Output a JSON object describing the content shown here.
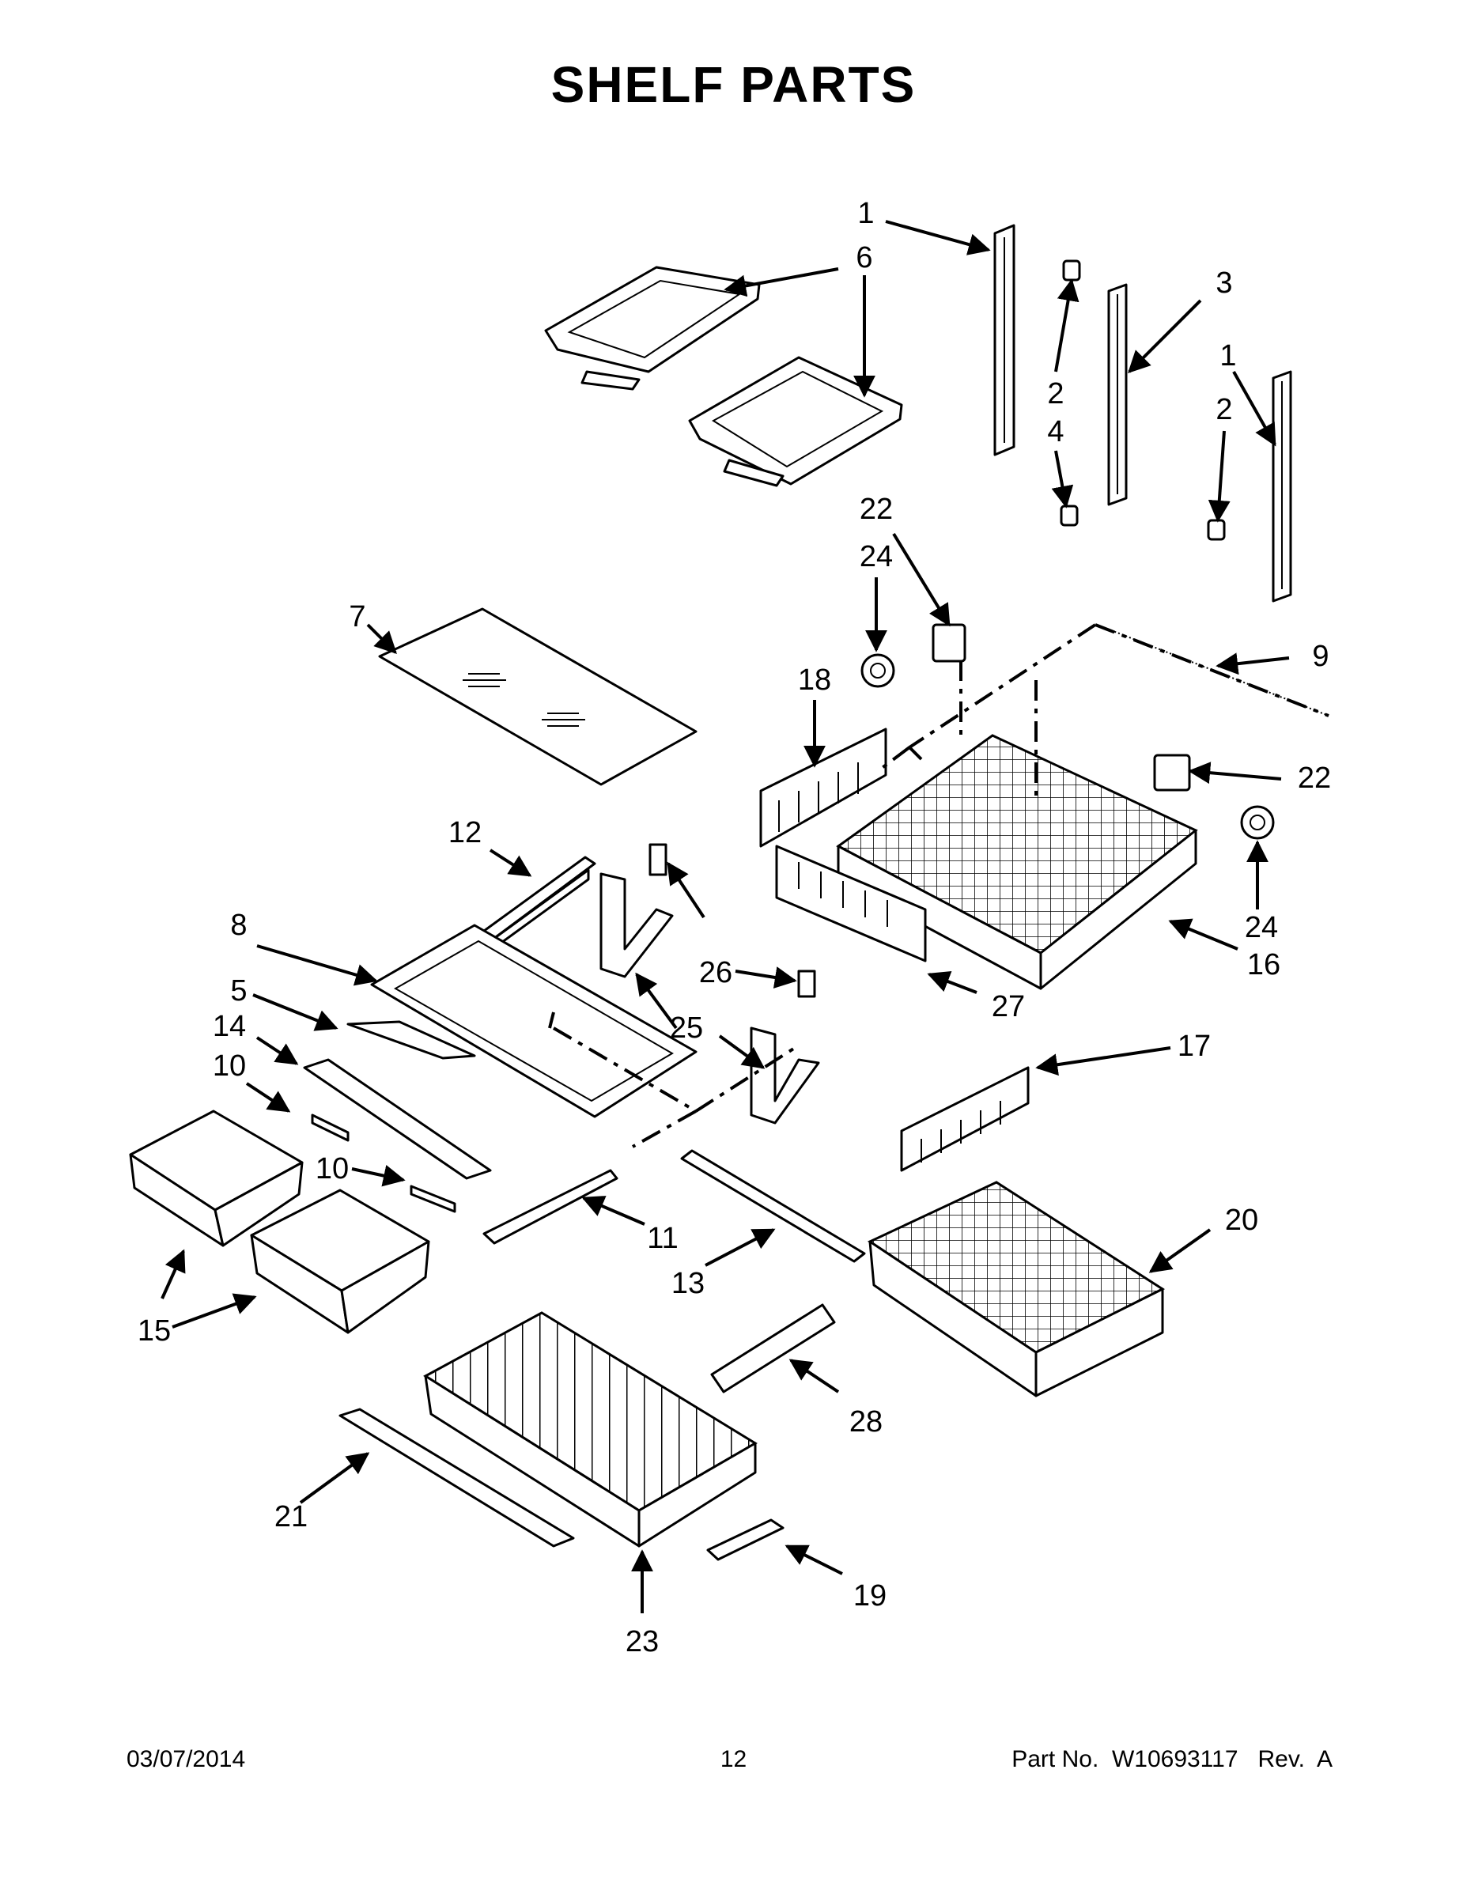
{
  "title": "SHELF PARTS",
  "footer": {
    "date": "03/07/2014",
    "page": "12",
    "part_no": "Part No.  W10693117   Rev.  A"
  },
  "callouts": [
    {
      "id": "c1a",
      "label": "1"
    },
    {
      "id": "c6",
      "label": "6"
    },
    {
      "id": "c3",
      "label": "3"
    },
    {
      "id": "c1b",
      "label": "1"
    },
    {
      "id": "c2a",
      "label": "2"
    },
    {
      "id": "c4",
      "label": "4"
    },
    {
      "id": "c2b",
      "label": "2"
    },
    {
      "id": "c22a",
      "label": "22"
    },
    {
      "id": "c24a",
      "label": "24"
    },
    {
      "id": "c7",
      "label": "7"
    },
    {
      "id": "c9",
      "label": "9"
    },
    {
      "id": "c18",
      "label": "18"
    },
    {
      "id": "c22b",
      "label": "22"
    },
    {
      "id": "c12",
      "label": "12"
    },
    {
      "id": "c24b",
      "label": "24"
    },
    {
      "id": "c26",
      "label": "26"
    },
    {
      "id": "c16",
      "label": "16"
    },
    {
      "id": "c8",
      "label": "8"
    },
    {
      "id": "c27",
      "label": "27"
    },
    {
      "id": "c5",
      "label": "5"
    },
    {
      "id": "c25",
      "label": "25"
    },
    {
      "id": "c14",
      "label": "14"
    },
    {
      "id": "c17",
      "label": "17"
    },
    {
      "id": "c10a",
      "label": "10"
    },
    {
      "id": "c10b",
      "label": "10"
    },
    {
      "id": "c20",
      "label": "20"
    },
    {
      "id": "c11",
      "label": "11"
    },
    {
      "id": "c13",
      "label": "13"
    },
    {
      "id": "c15",
      "label": "15"
    },
    {
      "id": "c28",
      "label": "28"
    },
    {
      "id": "c21",
      "label": "21"
    },
    {
      "id": "c19",
      "label": "19"
    },
    {
      "id": "c23",
      "label": "23"
    }
  ]
}
